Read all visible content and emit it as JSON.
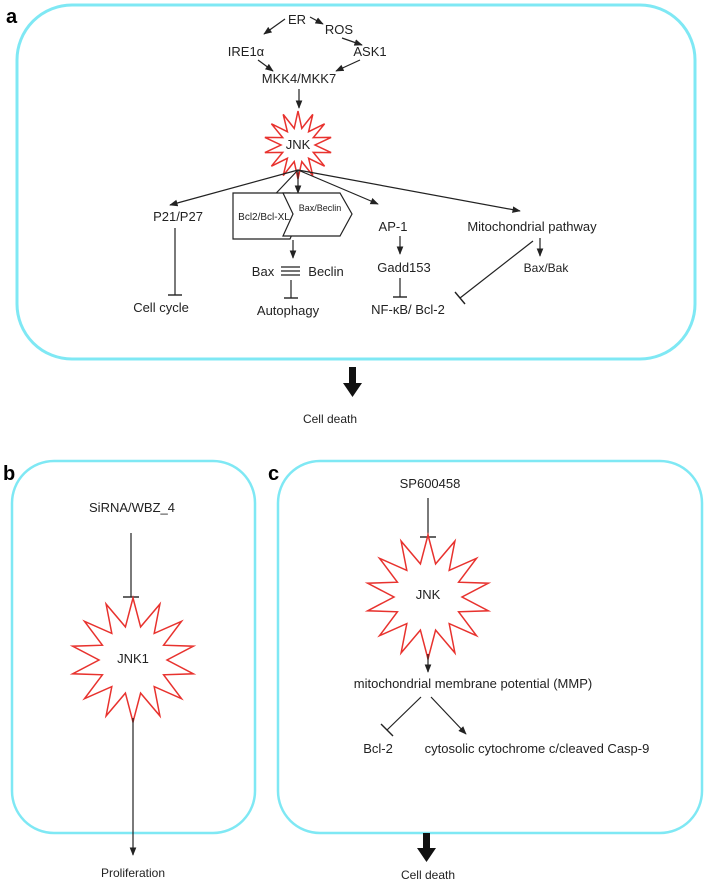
{
  "colors": {
    "panel_border": "#7fe8f4",
    "star_outline": "#e8322e",
    "line": "#222222",
    "text": "#222222"
  },
  "panel_a": {
    "letter": "a",
    "er": "ER",
    "ros": "ROS",
    "ire1a": "IRE1α",
    "ask1": "ASK1",
    "mkk": "MKK4/MKK7",
    "jnk": "JNK",
    "p21": "P21/P27",
    "cell_cycle": "Cell cycle",
    "bcl2_bclxl": "Bcl2/Bcl-XL",
    "bax_beclin_box": "Bax/Beclin",
    "bax": "Bax",
    "beclin": "Beclin",
    "autophagy": "Autophagy",
    "ap1": "AP-1",
    "gadd153": "Gadd153",
    "nfkb": "NF-κB/ Bcl-2",
    "mito": "Mitochondrial pathway",
    "bax_bak": "Bax/Bak",
    "cell_death": "Cell death"
  },
  "panel_b": {
    "letter": "b",
    "sirna": "SiRNA/WBZ_4",
    "jnk1": "JNK1",
    "proliferation": "Proliferation"
  },
  "panel_c": {
    "letter": "c",
    "sp": "SP600458",
    "jnk": "JNK",
    "mmp": "mitochondrial membrane potential (MMP)",
    "bcl2": "Bcl-2",
    "cytosolic": "cytosolic cytochrome c/cleaved Casp-9",
    "cell_death": "Cell death"
  }
}
